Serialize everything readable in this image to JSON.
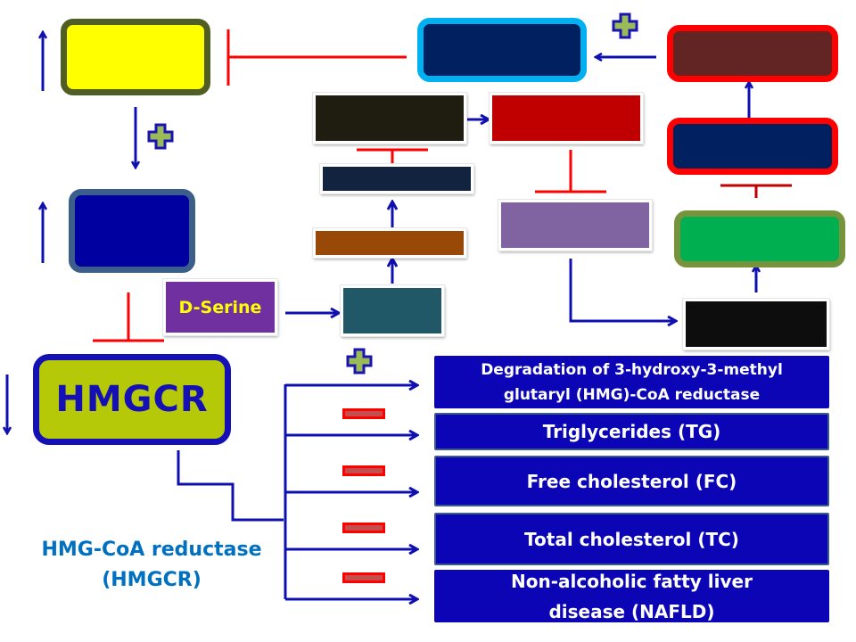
{
  "diagram": {
    "hmgcr_node": {
      "label": "HMGCR",
      "fill": "#b5c908",
      "border": "#1410b5",
      "text_color": "#1410b5"
    },
    "hmgcr_caption": {
      "line1": "HMG-CoA reductase",
      "line2": "(HMGCR)",
      "color": "#0070c0"
    },
    "d_serine": {
      "label": "D-Serine",
      "fill": "#7030a0",
      "text_color": "#ffff00"
    },
    "blank_nodes": [
      {
        "id": "yellow-node",
        "fill": "#ffff00",
        "border": "#4f5f23"
      },
      {
        "id": "navy-node",
        "fill": "#0000a0",
        "border": "#3b5f8a"
      },
      {
        "id": "top-center-node",
        "fill": "#002060",
        "border": "#00b0f0"
      },
      {
        "id": "maroon-node",
        "fill": "#632523",
        "border": "#ff0000"
      },
      {
        "id": "right-navy-node",
        "fill": "#002060",
        "border": "#ff0000"
      },
      {
        "id": "green-node",
        "fill": "#00b050",
        "border": "#77933c"
      },
      {
        "id": "black-node",
        "fill": "#0d0d0d"
      },
      {
        "id": "dark-olive-node",
        "fill": "#1f1c10"
      },
      {
        "id": "red-node",
        "fill": "#c00000"
      },
      {
        "id": "dark-blue-bar",
        "fill": "#12233f"
      },
      {
        "id": "brown-bar",
        "fill": "#984807"
      },
      {
        "id": "teal-node",
        "fill": "#215868"
      },
      {
        "id": "purple-node",
        "fill": "#8064a2"
      }
    ],
    "outcomes": [
      {
        "label_lines": [
          "Degradation of 3-hydroxy-3-methyl",
          "glutaryl  (HMG)-CoA reductase"
        ],
        "effect": "plus"
      },
      {
        "label_lines": [
          "Triglycerides (TG)"
        ],
        "effect": "minus"
      },
      {
        "label_lines": [
          "Free cholesterol (FC)"
        ],
        "effect": "minus"
      },
      {
        "label_lines": [
          "Total cholesterol (TC)"
        ],
        "effect": "minus"
      },
      {
        "label_lines": [
          "Non-alcoholic fatty liver",
          "disease (NAFLD)"
        ],
        "effect": "minus"
      }
    ],
    "indicators": {
      "yellow_node_trend": "up",
      "navy_node_trend": "up",
      "hmgcr_trend": "down"
    },
    "colors": {
      "activation_arrow": "#1010b0",
      "inhibition_line": "#ff0000",
      "plus_fill": "#9bbb59",
      "plus_border": "#1a14b0"
    }
  }
}
